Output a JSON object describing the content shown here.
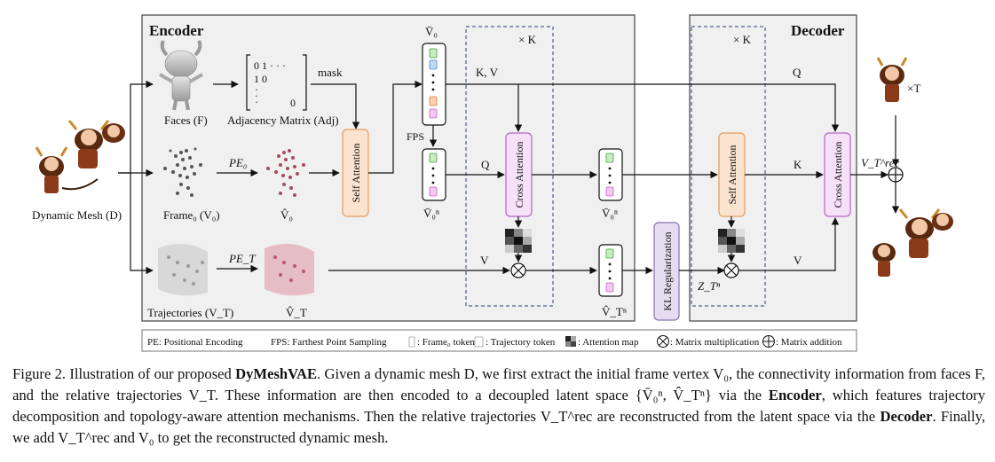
{
  "figure": {
    "encoder_title": "Encoder",
    "decoder_title": "Decoder",
    "xk_encoder": "× K",
    "xk_decoder": "× K",
    "faces_label": "Faces (F)",
    "adjacency_label": "Adjacency Matrix (Adj)",
    "matrix_row1": "0  1  ·  ·  ·",
    "matrix_row2": "1  0",
    "matrix_zero": "0",
    "mask_label": "mask",
    "dynamic_mesh_label": "Dynamic Mesh (D)",
    "frame_label": "Frame₀ (V₀)",
    "trajectories_label": "Trajectories (V_T)",
    "pe0": "PE₀",
    "pet": "PE_T",
    "v0_hat_mid": "V̂₀",
    "vt_hat": "V̂_T",
    "v0_bar_top": "V̄₀",
    "fps": "FPS",
    "v0n_bar": "V̄₀ⁿ",
    "v0n_bar_mid": "V̄₀ⁿ",
    "vtn_hat": "V̂_Tⁿ",
    "kv": "K, V",
    "q1": "Q",
    "v1": "V",
    "q_top": "Q",
    "k_dec": "K",
    "v_dec": "V",
    "zt": "Z_Tⁿ",
    "self_attention": "Self Attention",
    "cross_attention": "Cross Attention",
    "kl_reg": "KL Regularization",
    "vt_rec": "V_T^rec",
    "times_t": "×T"
  },
  "legend": {
    "pe": "PE: Positional Encoding",
    "fps": "FPS: Farthest Point Sampling",
    "frame_token": ": Frame₀ token",
    "traj_token": ": Trajectory  token",
    "attn_map": ": Attention map",
    "matmul": ": Matrix multiplication",
    "matadd": ": Matrix addition"
  },
  "caption": {
    "p1": "Figure 2. Illustration of our proposed ",
    "b1": "DyMeshVAE",
    "p2": ". Given a dynamic mesh D, we first extract the initial frame vertex V₀, the connectivity information from faces F, and the relative trajectories V_T. These information are then encoded to a decoupled latent space {V̄₀ⁿ, V̂_Tⁿ} via the ",
    "b2": "Encoder",
    "p3": ", which features trajectory decomposition and topology-aware attention mechanisms. Then the relative trajectories V_T^rec are reconstructed from the latent space via the ",
    "b3": "Decoder",
    "p4": ". Finally, we add V_T^rec and V₀ to get the reconstructed dynamic mesh."
  }
}
